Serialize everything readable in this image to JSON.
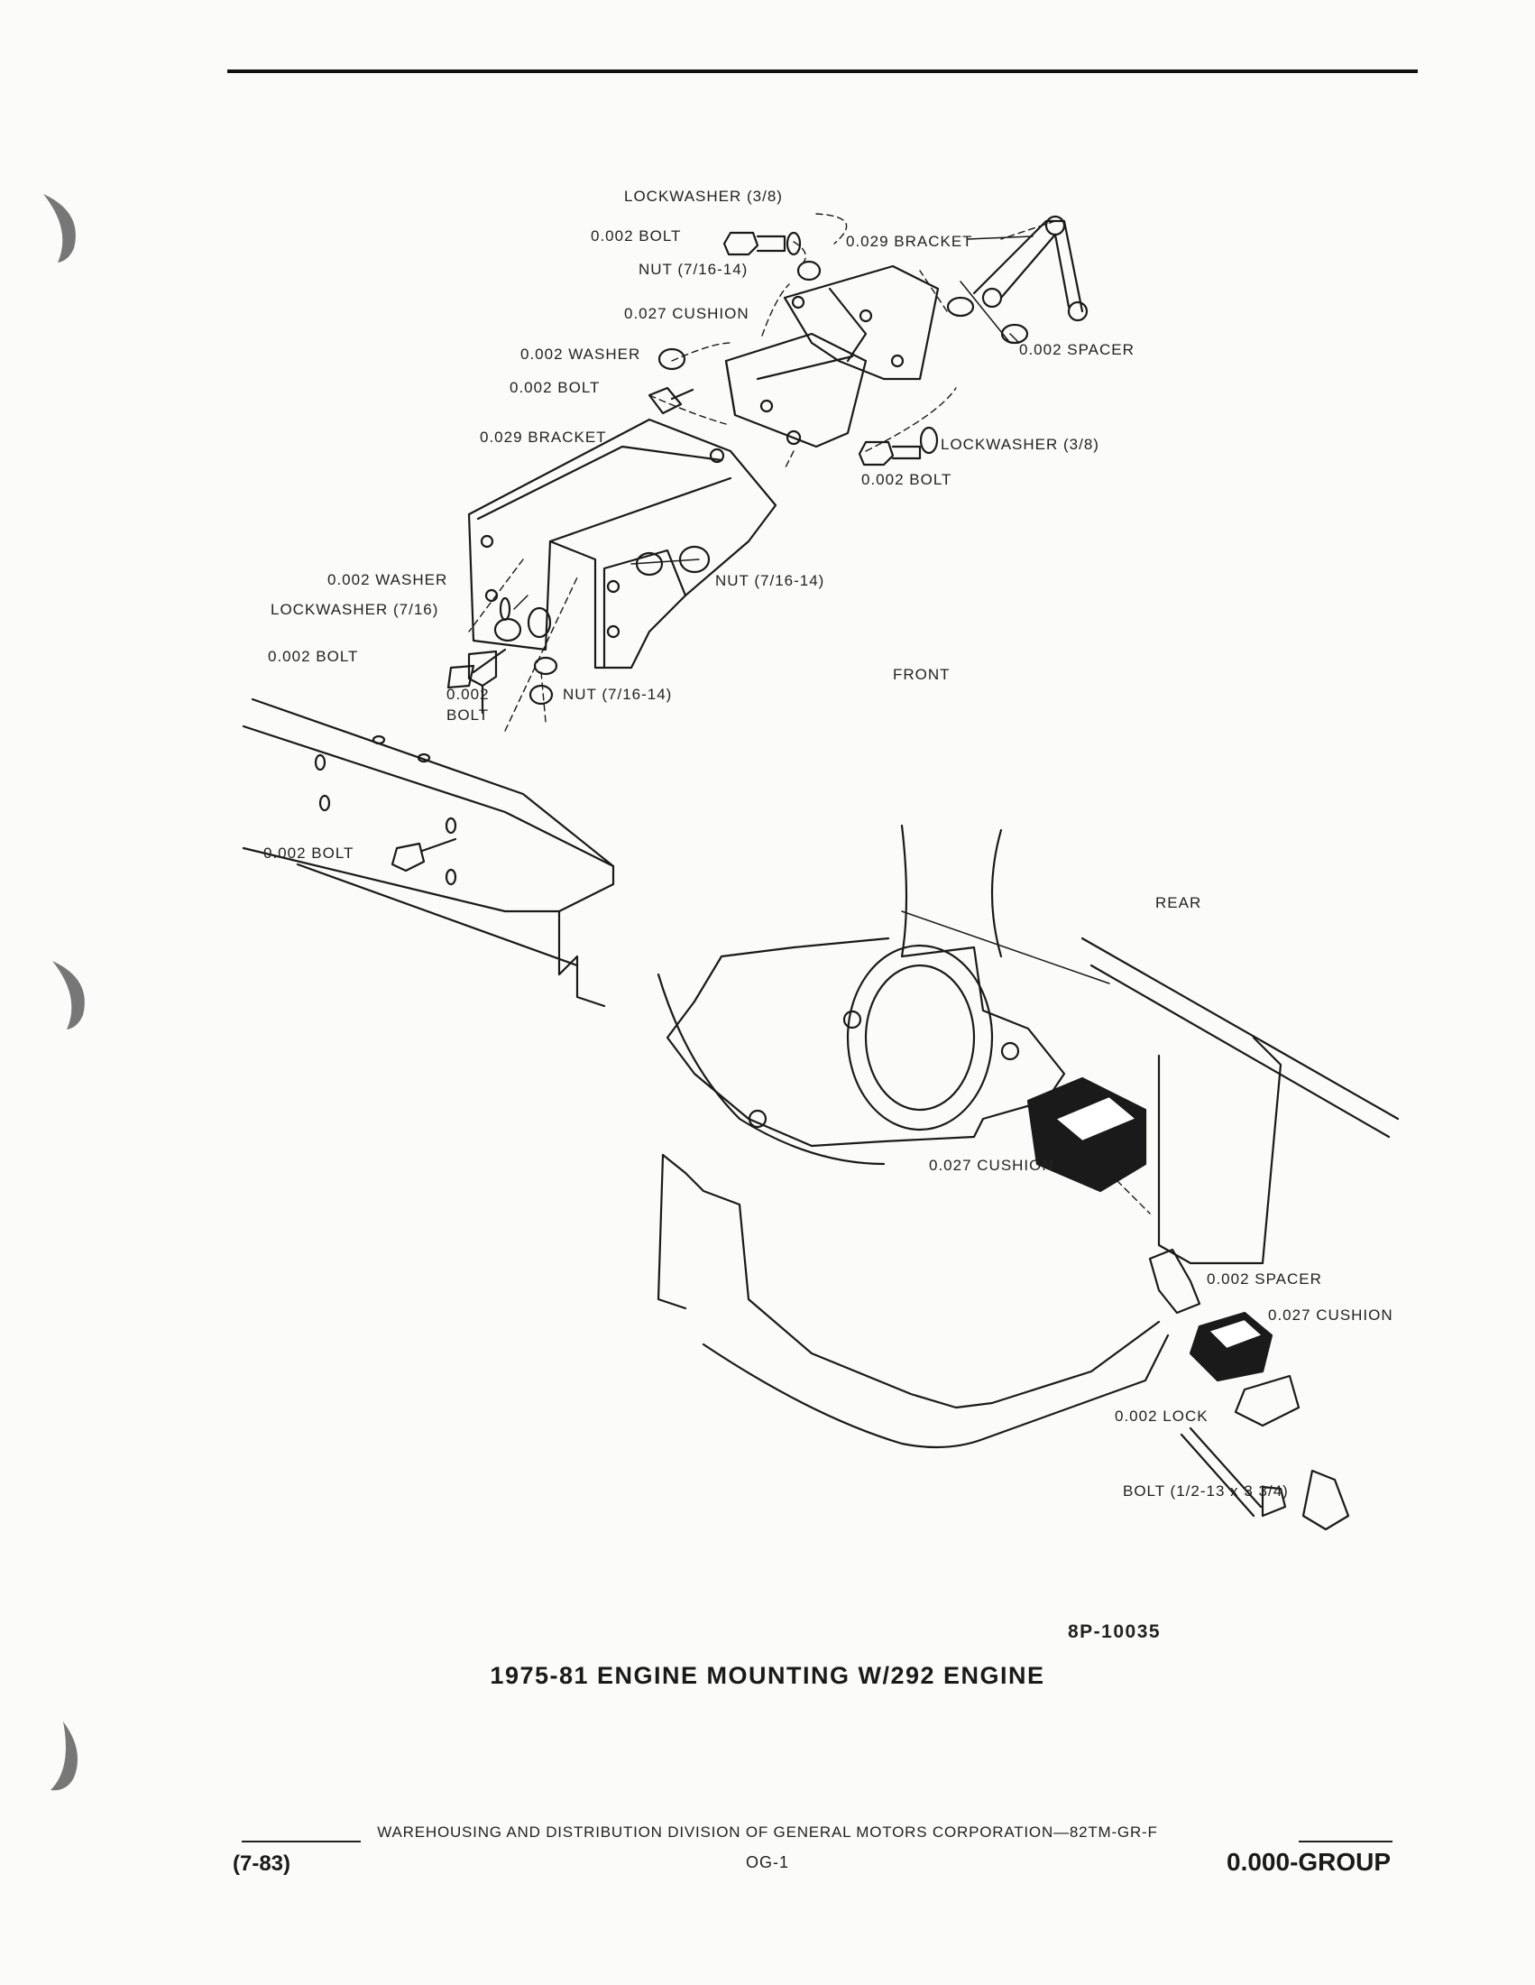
{
  "callouts": [
    "LOCKWASHER (3/8)",
    "0.002 BOLT",
    "0.029 BRACKET",
    "NUT (7/16-14)",
    "0.027 CUSHION",
    "0.002 SPACER",
    "0.002 WASHER",
    "0.002 BOLT",
    "0.029 BRACKET",
    "LOCKWASHER (3/8)",
    "0.002 BOLT",
    "NUT (7/16-14)",
    "0.002 WASHER",
    "LOCKWASHER (7/16)",
    "0.002 BOLT",
    "FRONT",
    "0.002",
    "BOLT",
    "NUT (7/16-14)",
    "0.002 BOLT",
    "REAR",
    "0.027 CUSHION",
    "0.002 SPACER",
    "0.027 CUSHION",
    "0.002 LOCK",
    "BOLT (1/2-13 x 3 3/4)"
  ],
  "figure": {
    "ref": "8P-10035",
    "caption": "1975-81 ENGINE MOUNTING W/292 ENGINE"
  },
  "footer": {
    "publisher": "WAREHOUSING AND DISTRIBUTION  DIVISION OF GENERAL MOTORS CORPORATION—82TM-GR-F",
    "date": "(7-83)",
    "page": "OG-1",
    "group": "0.000-GROUP"
  }
}
